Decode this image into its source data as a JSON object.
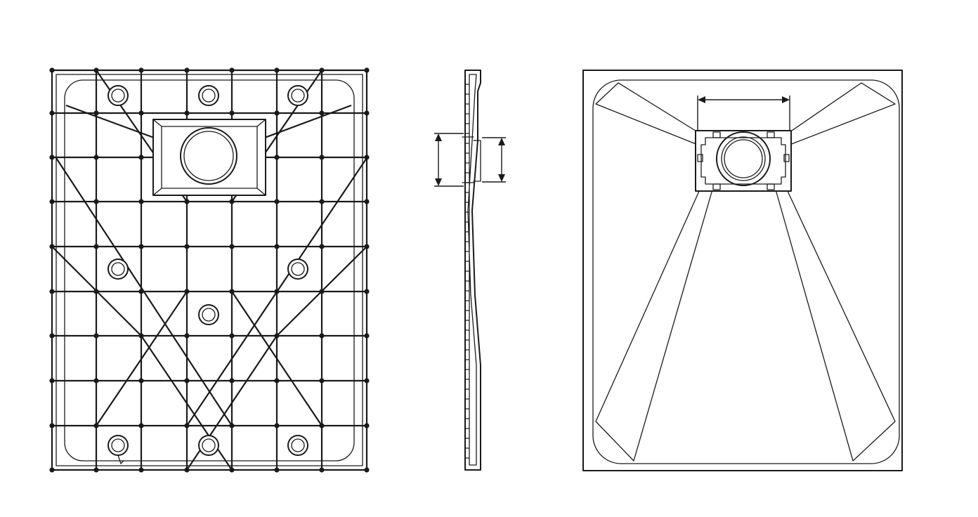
{
  "diagram": {
    "views": [
      {
        "name": "underside-rib-view",
        "drains": 9
      },
      {
        "name": "side-profile-view"
      },
      {
        "name": "top-surface-view"
      }
    ],
    "colors": {
      "line": "#1a1a1a",
      "background": "#ffffff"
    }
  }
}
